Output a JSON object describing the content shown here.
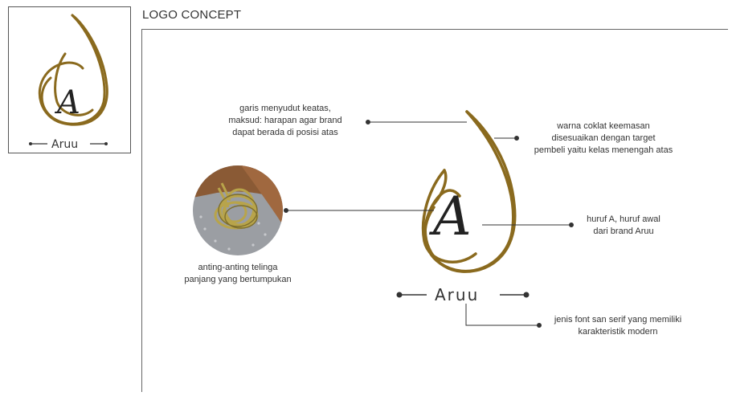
{
  "header": {
    "title": "LOGO CONCEPT"
  },
  "logo": {
    "letter": "A",
    "brand_name": "Aruu",
    "stroke_color": "#8a6a1e",
    "letter_color": "#222222"
  },
  "annotations": {
    "top_left": "garis menyudut keatas,\nmaksud: harapan agar brand\ndapat berada di posisi atas",
    "top_right": "warna coklat keemasan\ndisesuaikan dengan target\npembeli yaitu kelas menengah atas",
    "middle_right": "huruf A, huruf awal\ndari brand Aruu",
    "bottom_right": "jenis font san serif yang memiliki\nkarakteristik modern",
    "photo_caption": "anting-anting telinga\npanjang yang bertumpukan"
  },
  "photo": {
    "subject": "stacked-earrings-photo",
    "colors": {
      "wood": "#8a5a35",
      "metal": "#b8a44a",
      "cloth": "#9b9ea3"
    }
  }
}
